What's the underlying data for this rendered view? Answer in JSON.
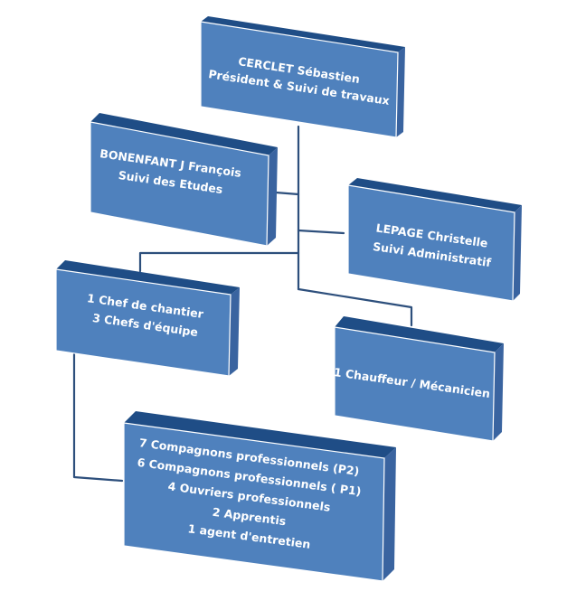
{
  "nodes": [
    {
      "id": "president",
      "lines": [
        "CERCLET Sébastien",
        "Président & Suivi de travaux"
      ]
    },
    {
      "id": "studies",
      "lines": [
        "BONENFANT J François",
        "Suivi des Etudes"
      ]
    },
    {
      "id": "admin",
      "lines": [
        "LEPAGE Christelle",
        "Suivi Administratif"
      ]
    },
    {
      "id": "site",
      "lines": [
        "1 Chef de chantier",
        "3 Chefs d'équipe"
      ]
    },
    {
      "id": "driver",
      "lines": [
        "1 Chauffeur / Mécanicien"
      ]
    },
    {
      "id": "workers",
      "lines": [
        "7 Compagnons professionnels (P2)",
        "6 Compagnons professionnels ( P1)",
        "4 Ouvriers professionnels",
        "2 Apprentis",
        "1 agent d'entretien"
      ]
    }
  ],
  "colors": {
    "face": "#4f81bd",
    "side": "#3a64a0",
    "top": "#1f4d86",
    "connector": "#2d4f7c",
    "text": "#ffffff"
  }
}
